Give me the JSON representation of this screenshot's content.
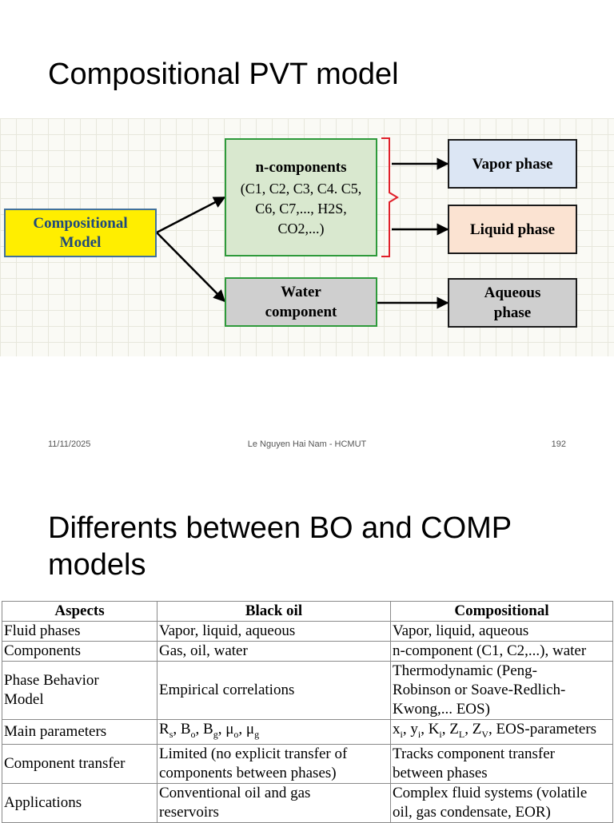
{
  "slide1": {
    "title": "Compositional PVT model",
    "diagram": {
      "compositional_model": [
        "Compositional",
        "Model"
      ],
      "n_components": {
        "heading": "n-components",
        "lines": [
          "(C1, C2, C3, C4. C5,",
          "C6, C7,..., H2S,",
          "CO2,...)"
        ]
      },
      "water_component": [
        "Water",
        "component"
      ],
      "vapor_phase": "Vapor phase",
      "liquid_phase": "Liquid phase",
      "aqueous_phase": [
        "Aqueous",
        "phase"
      ]
    },
    "footer": {
      "date": "11/11/2025",
      "author": "Le Nguyen Hai Nam - HCMUT",
      "page": "192"
    }
  },
  "slide2": {
    "title_lines": [
      "Differents between BO and COMP",
      "models"
    ],
    "table": {
      "headers": [
        "Aspects",
        "Black oil",
        "Compositional"
      ],
      "rows": [
        {
          "aspect": [
            "Fluid phases"
          ],
          "black_oil": [
            "Vapor, liquid, aqueous"
          ],
          "compositional": [
            "Vapor, liquid, aqueous"
          ]
        },
        {
          "aspect": [
            "Components"
          ],
          "black_oil": [
            "Gas, oil, water"
          ],
          "compositional": [
            "n-component (C1, C2,...), water"
          ]
        },
        {
          "aspect": [
            "Phase Behavior",
            "Model"
          ],
          "black_oil": [
            "Empirical correlations"
          ],
          "compositional": [
            "Thermodynamic (Peng-",
            "Robinson or Soave-Redlich-",
            "Kwong,... EOS)"
          ]
        },
        {
          "aspect": [
            "Main parameters"
          ],
          "black_oil": [
            "Rs, Bo, Bg, μo, μg"
          ],
          "compositional": [
            "xi, yi, Ki, ZL, ZV, EOS-parameters"
          ]
        },
        {
          "aspect": [
            "Component transfer"
          ],
          "black_oil": [
            "Limited (no explicit transfer of",
            "components between phases)"
          ],
          "compositional": [
            "Tracks component transfer",
            "between phases"
          ]
        },
        {
          "aspect": [
            "Applications"
          ],
          "black_oil": [
            "Conventional oil and gas",
            "reservoirs"
          ],
          "compositional": [
            "Complex fluid systems (volatile",
            "oil, gas condensate, EOR)"
          ]
        }
      ]
    }
  }
}
